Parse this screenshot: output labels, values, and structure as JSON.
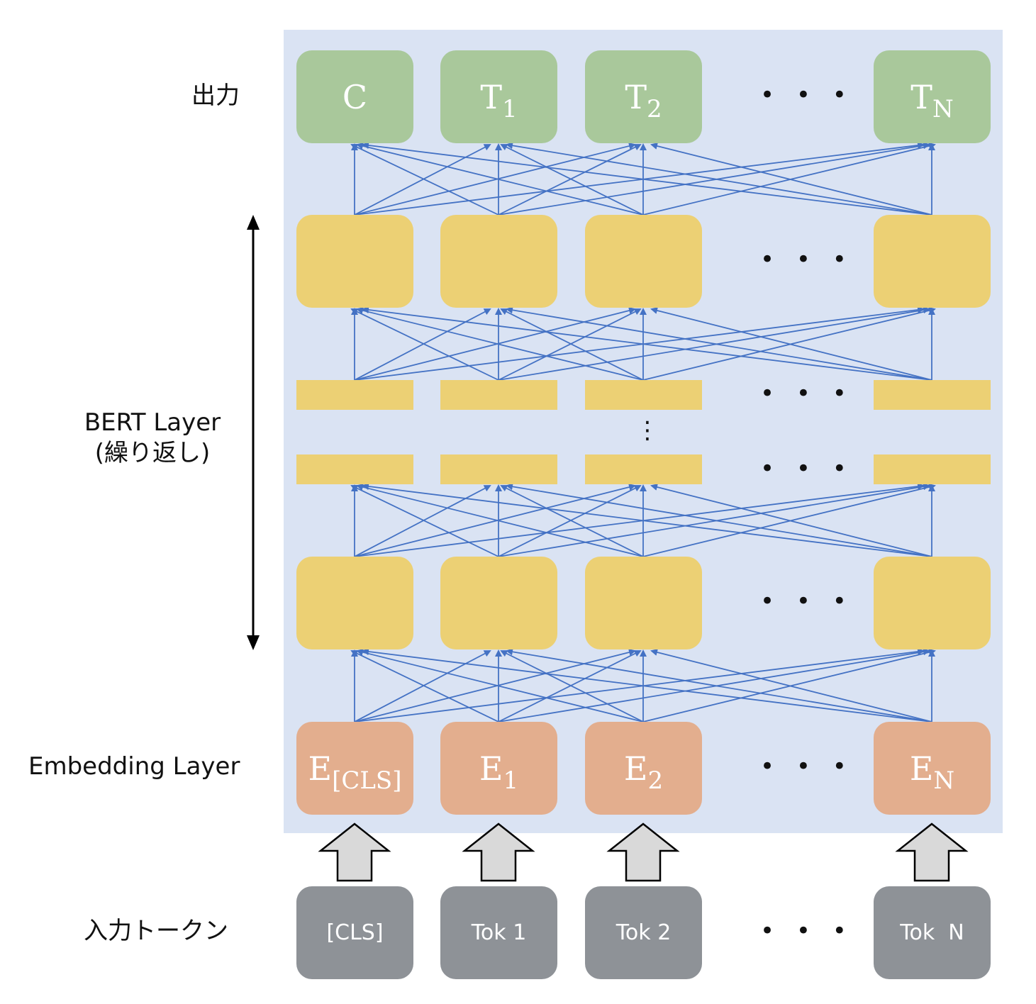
{
  "labels": {
    "output": "出力",
    "bert_line1": "BERT Layer",
    "bert_line2": "(繰り返し)",
    "embedding": "Embedding Layer",
    "input_tokens": "入力トークン"
  },
  "output_row": [
    {
      "base": "C",
      "sub": ""
    },
    {
      "base": "T",
      "sub": "1"
    },
    {
      "base": "T",
      "sub": "2"
    },
    {
      "base": "T",
      "sub": "N"
    }
  ],
  "embedding_row": [
    {
      "base": "E",
      "sub": "[CLS]"
    },
    {
      "base": "E",
      "sub": "1"
    },
    {
      "base": "E",
      "sub": "2"
    },
    {
      "base": "E",
      "sub": "N"
    }
  ],
  "token_row": [
    "[CLS]",
    "Tok 1",
    "Tok 2",
    "Tok  N"
  ],
  "ellipsis": "• • •",
  "vertical_ellipsis": "⋮",
  "colors": {
    "panel": "#dae3f3",
    "output": "#a9c89b",
    "bert": "#ecd074",
    "embedding": "#e3ae8e",
    "token": "#8e9297",
    "connection": "#4472c4"
  }
}
